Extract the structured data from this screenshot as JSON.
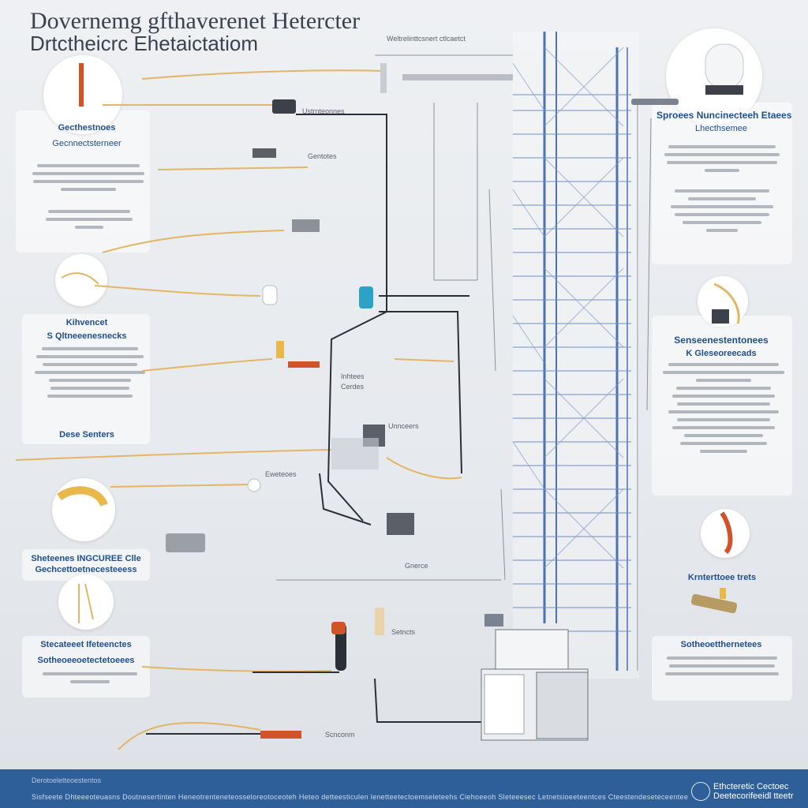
{
  "header": {
    "title_line1": "Dovernemg gfthaverenet Hetercter",
    "title_line2": "Drtctheicrc Ehetaictatiom",
    "top_caption": "Weltrelinttcsnert ctlcaetct"
  },
  "left": {
    "panel1": {
      "heading": "Gecthestnoes",
      "subheading": "Gecnnectsterneer"
    },
    "panel2": {
      "heading": "Kihvencet",
      "subheading": "S Qltneeenesnecks",
      "footer_label": "Dese Senters"
    },
    "panel3": {
      "heading": "Sheteenes INGCUREE Clle",
      "subheading": "Gechcettoetnecesteeess"
    },
    "panel4": {
      "heading": "Stecateeet Ifeteenctes",
      "subheading": "Sotheoeeoetectetoeees"
    }
  },
  "right": {
    "panel1": {
      "heading": "Sproees Nuncinecteeh Etaees",
      "subheading": "Lhecthsemee"
    },
    "panel2": {
      "heading": "Senseenestentonees",
      "subheading": "K Gleseoreecads"
    },
    "panel3": {
      "heading": "Krnterttoee trets",
      "subheading": "Sotheoetthernetees"
    }
  },
  "center": {
    "label_a": "Ustrnteonnes",
    "label_b": "Gentotes",
    "label_c": "Inhtees",
    "label_d": "Cerdes",
    "label_e": "Unnceers",
    "label_f": "Eweteoes",
    "label_g": "Gnerce",
    "label_h": "Setncts",
    "label_i": "Scnconm"
  },
  "footer": {
    "label": "Derotoeletteoestentos",
    "text": "Sisfseete Dhteeeoteuasns Doutnesertinten Heneotrenteneteosseloreotoceoteh Heteo detteesticulen lenetteetectoemseleteehs Ciehoeeoh Sleteeesec Letnetsioeeteentces Cteestendeseteceentee",
    "logo_line1": "Ethcteretic Cectoec",
    "logo_line2": "Deetecorifeeidl tteetr"
  },
  "colors": {
    "accent_blue": "#1f4f8e",
    "tower_blue": "#2f5ea6",
    "wire_gold": "#e2b665",
    "footer_blue": "#2e5f98",
    "component_teal": "#2aa3c6",
    "component_red": "#d0532a"
  }
}
